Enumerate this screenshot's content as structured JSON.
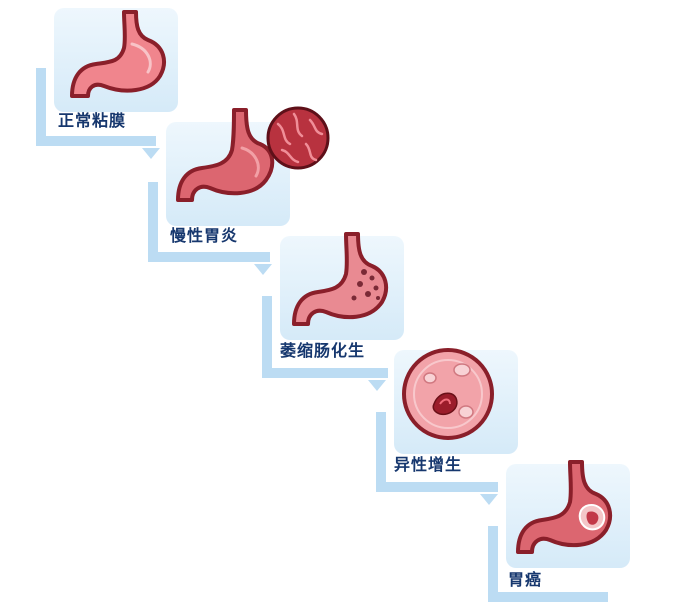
{
  "stages": [
    {
      "label": "正常粘膜",
      "illustration": "normal-stomach-icon"
    },
    {
      "label": "慢性胃炎",
      "illustration": "inflamed-stomach-icon"
    },
    {
      "label": "萎缩肠化生",
      "illustration": "atrophic-stomach-icon"
    },
    {
      "label": "异性增生",
      "illustration": "dysplasia-mucosa-icon"
    },
    {
      "label": "胃癌",
      "illustration": "cancer-stomach-icon"
    }
  ],
  "colors": {
    "card_light": "#eef7fd",
    "card_dark": "#d5eaf8",
    "frame": "#bcdcf3",
    "label": "#16376e",
    "stomach_fill": "#e26f77",
    "stomach_outline": "#8a1f2a",
    "stomach_lining": "#f4a9af"
  }
}
